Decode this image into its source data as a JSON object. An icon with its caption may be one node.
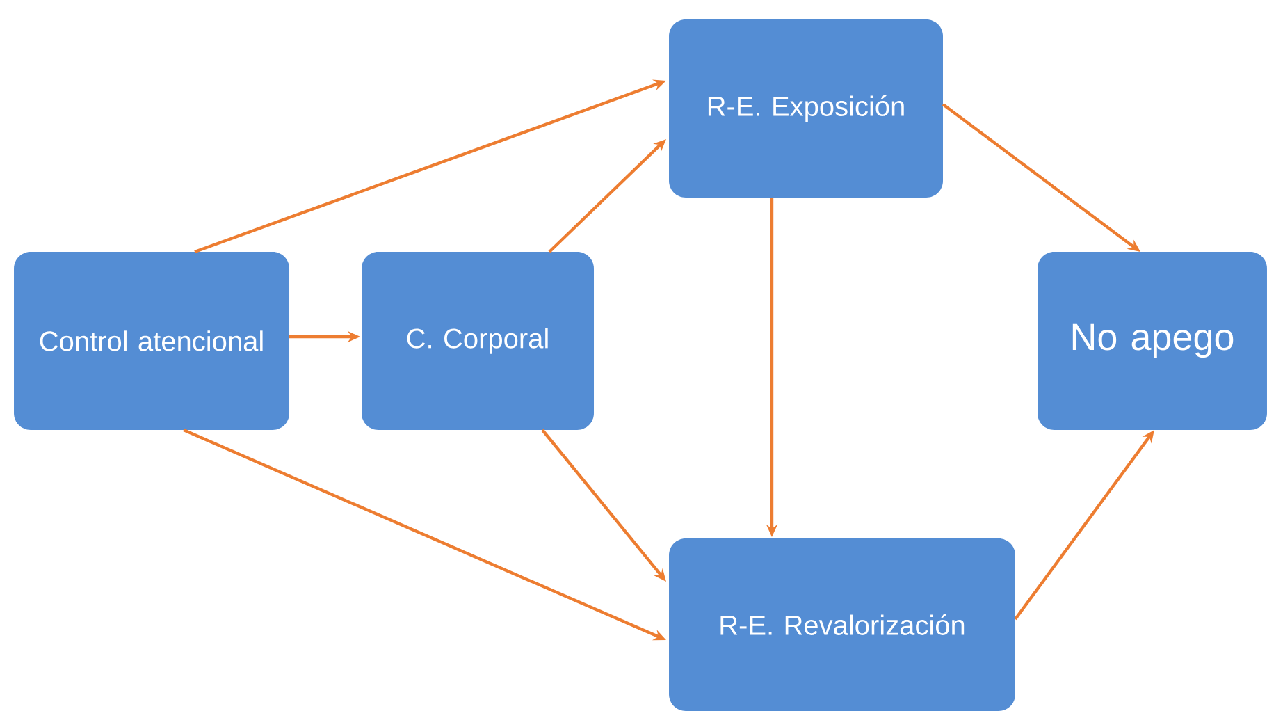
{
  "diagram": {
    "nodes": [
      {
        "text": [
          "Control atencional"
        ]
      },
      {
        "text": [
          "C. Corporal"
        ]
      },
      {
        "text": [
          "R-E. Exposición"
        ]
      },
      {
        "text": [
          "R-E. Revalorización"
        ]
      },
      {
        "text": [
          "No apego"
        ]
      }
    ],
    "edges": [
      {
        "from": 0,
        "to": 2,
        "arrow": "to"
      },
      {
        "from": 0,
        "to": 1,
        "arrow": "to"
      },
      {
        "from": 0,
        "to": 3,
        "arrow": "to"
      },
      {
        "from": 1,
        "to": 2,
        "arrow": "to"
      },
      {
        "from": 1,
        "to": 3,
        "arrow": "to"
      },
      {
        "from": 2,
        "to": 3,
        "arrow": "to"
      },
      {
        "from": 2,
        "to": 4,
        "arrow": "to"
      },
      {
        "from": 3,
        "to": 4,
        "arrow": "to"
      }
    ]
  }
}
